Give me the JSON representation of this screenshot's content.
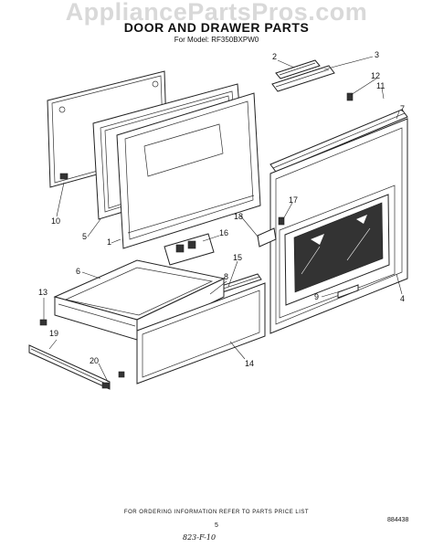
{
  "watermark": "AppliancePartsPros.com",
  "header": {
    "title": "DOOR AND DRAWER PARTS",
    "model_line": "For Model: RF350BXPW0"
  },
  "footer": {
    "ordering_note": "FOR ORDERING INFORMATION REFER TO PARTS PRICE LIST",
    "page_number": "5",
    "doc_code": "884438",
    "handwritten": "823-F-10"
  },
  "callouts": [
    "1",
    "2",
    "3",
    "4",
    "5",
    "6",
    "7",
    "8",
    "9",
    "10",
    "11",
    "12",
    "13",
    "14",
    "15",
    "16",
    "17",
    "18",
    "19",
    "20"
  ]
}
